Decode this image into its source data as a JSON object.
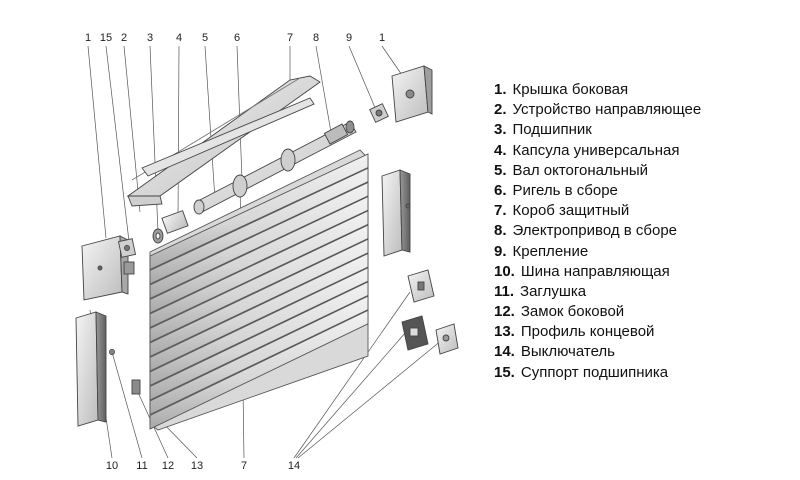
{
  "callouts": {
    "top": [
      "1",
      "15",
      "2",
      "3",
      "4",
      "5",
      "6",
      "7",
      "8",
      "9",
      "1"
    ],
    "bottom": [
      "10",
      "11",
      "12",
      "13",
      "7",
      "14"
    ]
  },
  "legend": [
    {
      "num": "1.",
      "text": "Крышка боковая"
    },
    {
      "num": "2.",
      "text": "Устройство направляющее"
    },
    {
      "num": "3.",
      "text": "Подшипник"
    },
    {
      "num": "4.",
      "text": "Капсула универсальная"
    },
    {
      "num": "5.",
      "text": "Вал октогональный"
    },
    {
      "num": "6.",
      "text": "Ригель в сборе"
    },
    {
      "num": "7.",
      "text": "Короб защитный"
    },
    {
      "num": "8.",
      "text": "Электропривод в сборе"
    },
    {
      "num": "9.",
      "text": "Крепление"
    },
    {
      "num": "10.",
      "text": "Шина направляющая"
    },
    {
      "num": "11.",
      "text": "Заглушка"
    },
    {
      "num": "12.",
      "text": "Замок боковой"
    },
    {
      "num": "13.",
      "text": "Профиль концевой"
    },
    {
      "num": "14.",
      "text": "Выключатель"
    },
    {
      "num": "15.",
      "text": "Суппорт подшипника"
    }
  ]
}
